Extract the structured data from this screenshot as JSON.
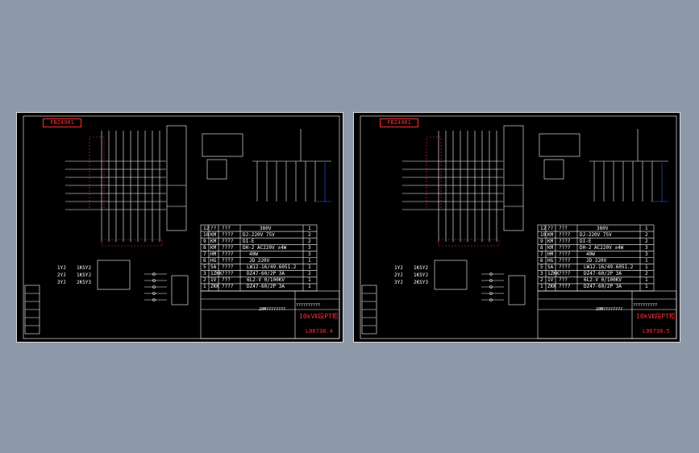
{
  "sheets": [
    {
      "id": "left",
      "ref_tag": "FBZ4901",
      "title": "10kVⅡ段PT柜",
      "drawing_no": "L06738.4",
      "scale_text": "20M????????",
      "project_text": "??????????",
      "relays": [
        "1YJ",
        "1KSY2",
        "2YJ",
        "1KSYJ",
        "3YJ",
        "2KSY3"
      ],
      "table_rows": [
        {
          "no": "12",
          "code": "??",
          "name": "???",
          "spec": "380V",
          "qty": "1"
        },
        {
          "no": "10",
          "code": "KM",
          "name": "????",
          "spec": "DJ-220V 75V",
          "qty": "2"
        },
        {
          "no": "9",
          "code": "KM",
          "name": "????",
          "spec": "DI-E",
          "qty": "2"
        },
        {
          "no": "8",
          "code": "KM",
          "name": "????",
          "spec": "DH-2 AC220V ±4W",
          "qty": "3"
        },
        {
          "no": "7",
          "code": "HM",
          "name": "????",
          "spec": "40W",
          "qty": "3"
        },
        {
          "no": "6",
          "code": "HG",
          "name": "????",
          "spec": "JD 220V",
          "qty": "1"
        },
        {
          "no": "5",
          "code": "SA",
          "name": "????",
          "spec": "LW12-16/49.6051.2",
          "qty": "1"
        },
        {
          "no": "3",
          "code": "1ZKK",
          "name": "????",
          "spec": "DZ47-60/2P 3A",
          "qty": "2"
        },
        {
          "no": "2",
          "code": "1V",
          "name": "???",
          "spec": "6L2-V 0/100KV",
          "qty": "1"
        },
        {
          "no": "1",
          "code": "ZKK",
          "name": "????",
          "spec": "DZ47-60/2P 3A",
          "qty": "1"
        }
      ]
    },
    {
      "id": "right",
      "ref_tag": "FBZ4901",
      "title": "10kVⅡ段PT柜",
      "drawing_no": "L06738.5",
      "scale_text": "20M????????",
      "project_text": "??????????",
      "relays": [
        "1YJ",
        "1KSY2",
        "2YJ",
        "1KSYJ",
        "3YJ",
        "2KSY3"
      ],
      "table_rows": [
        {
          "no": "12",
          "code": "??",
          "name": "???",
          "spec": "380V",
          "qty": "1"
        },
        {
          "no": "10",
          "code": "KM",
          "name": "????",
          "spec": "DJ-220V 75V",
          "qty": "2"
        },
        {
          "no": "9",
          "code": "KM",
          "name": "????",
          "spec": "DI-E",
          "qty": "2"
        },
        {
          "no": "8",
          "code": "KM",
          "name": "????",
          "spec": "DH-2 AC220V ±4W",
          "qty": "3"
        },
        {
          "no": "7",
          "code": "HM",
          "name": "????",
          "spec": "40W",
          "qty": "3"
        },
        {
          "no": "6",
          "code": "HG",
          "name": "????",
          "spec": "JD 220V",
          "qty": "1"
        },
        {
          "no": "5",
          "code": "SA",
          "name": "????",
          "spec": "LW12-16/49.6051.2",
          "qty": "1"
        },
        {
          "no": "3",
          "code": "1ZKK",
          "name": "????",
          "spec": "DZ47-60/2P 3A",
          "qty": "2"
        },
        {
          "no": "2",
          "code": "1V",
          "name": "???",
          "spec": "6L2-V 0/100KV",
          "qty": "1"
        },
        {
          "no": "1",
          "code": "ZKK",
          "name": "????",
          "spec": "DZ47-60/2P 3A",
          "qty": "1"
        }
      ]
    }
  ],
  "colors": {
    "background": "#8d99a8",
    "sheet": "#000000",
    "line": "#ffffff",
    "accent_red": "#ff3030",
    "accent_blue": "#3060ff"
  }
}
